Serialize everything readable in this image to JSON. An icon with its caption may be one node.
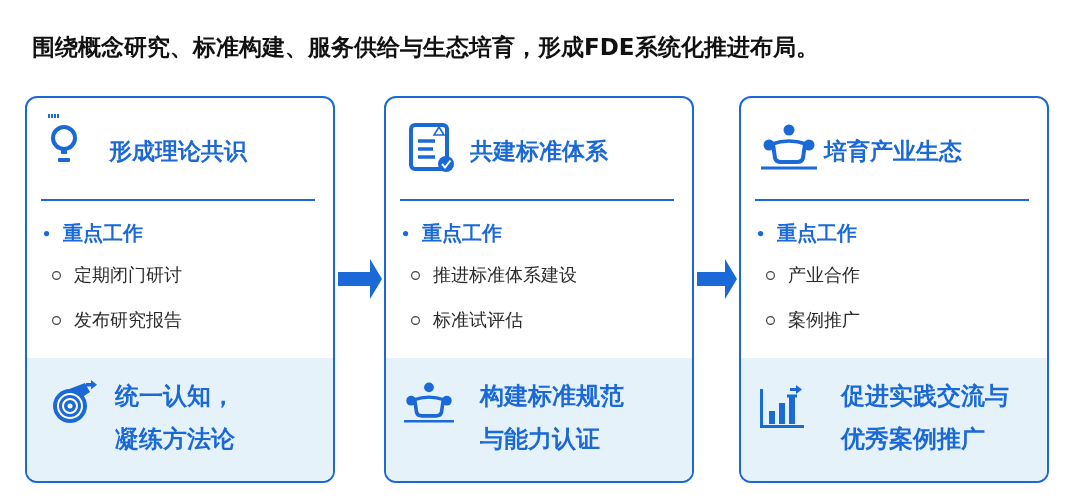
{
  "diagram": {
    "title": "围绕概念研究、标准构建、服务供给与生态培育，形成FDE系统化推进布局。",
    "nodes": [
      {
        "text": [
          "形成理论共识",
          "重点工作",
          "定期闭门研讨",
          "发布研究报告"
        ]
      },
      {
        "text": [
          "统一认知，凝练方法论"
        ],
        "in": 0
      },
      {
        "text": [
          "共建标准体系",
          "重点工作",
          "推进标准体系建设",
          "标准试评估"
        ]
      },
      {
        "text": [
          "构建标准规范与能力认证"
        ],
        "in": 2
      },
      {
        "text": [
          "培育产业生态",
          "重点工作",
          "产业合作",
          "案例推广"
        ]
      },
      {
        "text": [
          "促进实践交流与优秀案例推广"
        ],
        "in": 4
      }
    ],
    "edges": [
      {
        "from": 0,
        "to": 2,
        "arrow": "to"
      },
      {
        "from": 2,
        "to": 4,
        "arrow": "to"
      }
    ]
  }
}
